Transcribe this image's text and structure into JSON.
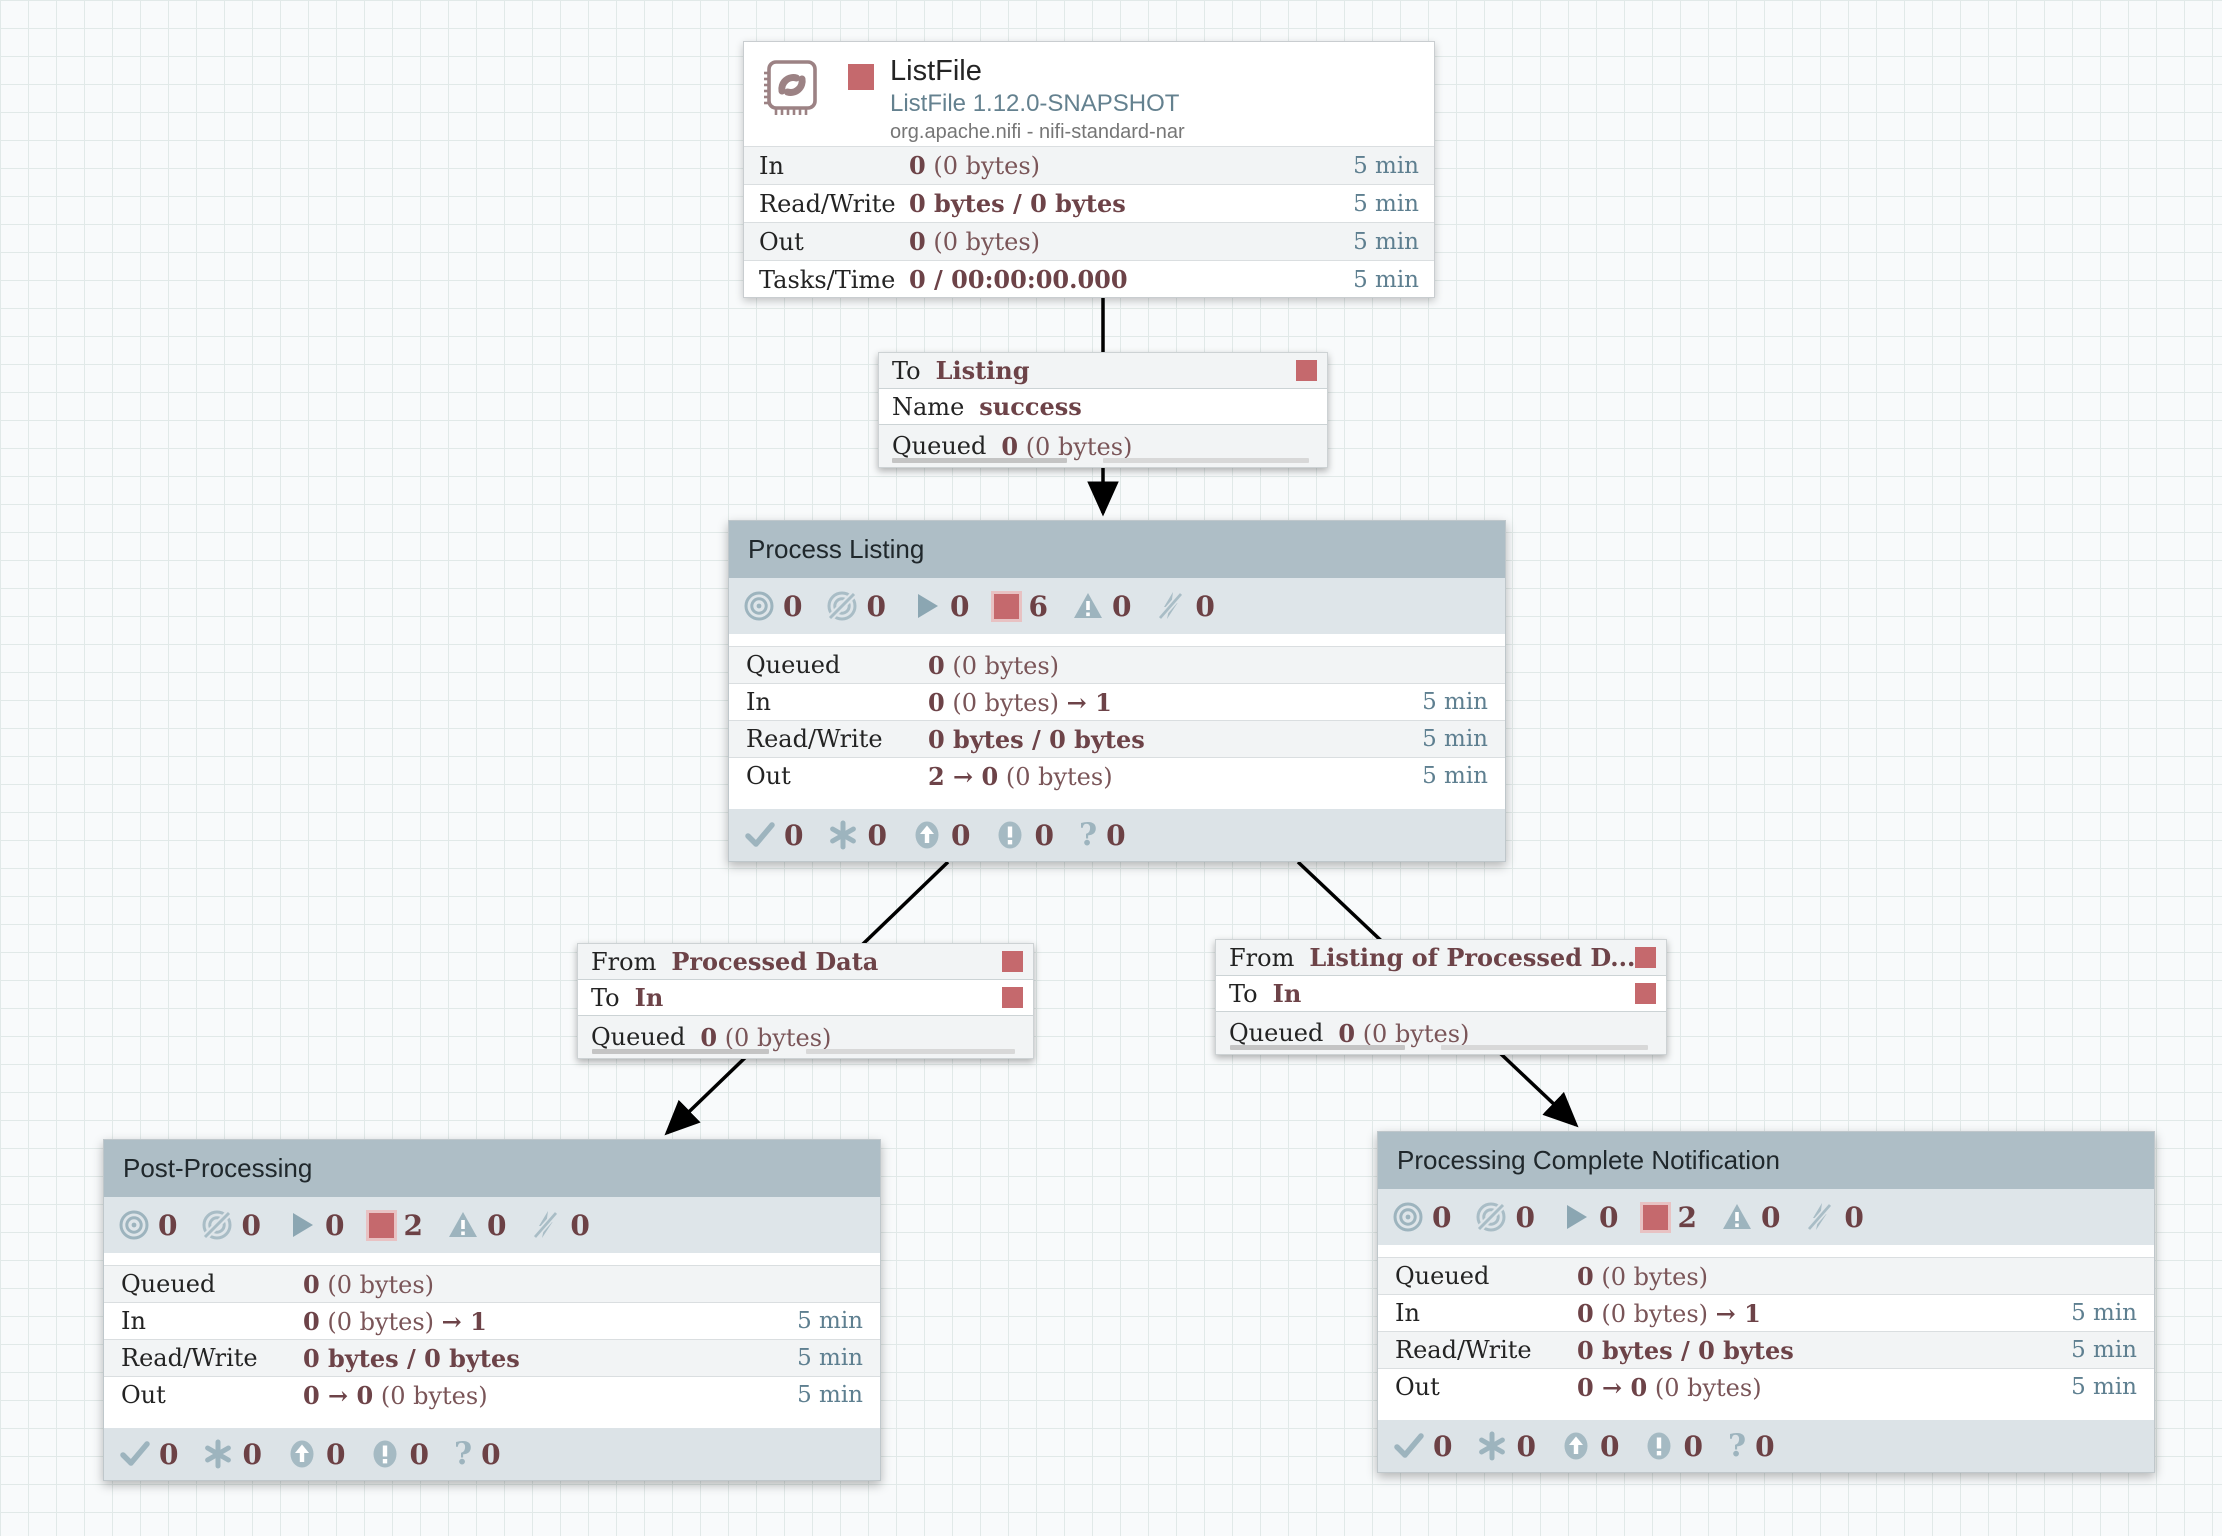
{
  "colors": {
    "stopped_red": "#C5696D",
    "icon_blue": "#9DB4BE",
    "value_maroon": "#6D4348",
    "period_blue": "#5E7F90",
    "group_header_bg": "#AEBEC6",
    "iconband_bg": "#DEE5E9",
    "canvas_bg": "#F8FAFB",
    "grid_line": "#E1E9E8"
  },
  "icons": [
    "processor-swirl-icon",
    "stopped-square-icon",
    "transmitting-icon",
    "not-transmitting-icon",
    "running-icon",
    "invalid-warning-icon",
    "disabled-bolt-icon",
    "up-to-date-check-icon",
    "locally-modified-asterisk-icon",
    "stale-up-arrow-icon",
    "locally-modified-stale-exclamation-icon",
    "sync-failure-question-icon"
  ],
  "processor": {
    "name": "ListFile",
    "type": "ListFile 1.12.0-SNAPSHOT",
    "bundle": "org.apache.nifi - nifi-standard-nar",
    "stats": [
      {
        "label": "In",
        "b1": "0",
        "r1": " (0 bytes)",
        "b2": "",
        "period": "5 min"
      },
      {
        "label": "Read/Write",
        "b1": "0 bytes / 0 bytes",
        "r1": "",
        "b2": "",
        "period": "5 min"
      },
      {
        "label": "Out",
        "b1": "0",
        "r1": " (0 bytes)",
        "b2": "",
        "period": "5 min"
      },
      {
        "label": "Tasks/Time",
        "b1": "0 / 00:00:00.000",
        "r1": "",
        "b2": "",
        "period": "5 min"
      }
    ]
  },
  "connections": [
    {
      "rows": [
        {
          "k": "To",
          "v": "Listing"
        },
        {
          "k": "Name",
          "v": "success"
        },
        {
          "k": "Queued",
          "b": "0",
          "r": " (0 bytes)"
        }
      ]
    },
    {
      "rows": [
        {
          "k": "From",
          "v": "Processed Data"
        },
        {
          "k": "To",
          "v": "In"
        },
        {
          "k": "Queued",
          "b": "0",
          "r": " (0 bytes)"
        }
      ]
    },
    {
      "rows": [
        {
          "k": "From",
          "v": "Listing of Processed D..."
        },
        {
          "k": "To",
          "v": "In"
        },
        {
          "k": "Queued",
          "b": "0",
          "r": " (0 bytes)"
        }
      ]
    }
  ],
  "groups": [
    {
      "title": "Process Listing",
      "status": {
        "transmitting": "0",
        "not_transmitting": "0",
        "running": "0",
        "stopped": "6",
        "invalid": "0",
        "disabled": "0"
      },
      "stats": [
        {
          "label": "Queued",
          "b1": "0",
          "r1": " (0 bytes)",
          "b2": "",
          "period": ""
        },
        {
          "label": "In",
          "b1": "0",
          "r1": " (0 bytes) ",
          "b2": "→ 1",
          "period": "5 min"
        },
        {
          "label": "Read/Write",
          "b1": "0 bytes / 0 bytes",
          "r1": "",
          "b2": "",
          "period": "5 min"
        },
        {
          "label": "Out",
          "b1": "2 → 0",
          "r1": " (0 bytes)",
          "b2": "",
          "period": "5 min"
        }
      ],
      "versions": {
        "up_to_date": "0",
        "locally_modified": "0",
        "stale": "0",
        "locally_modified_stale": "0",
        "sync_failure": "0"
      }
    },
    {
      "title": "Post-Processing",
      "status": {
        "transmitting": "0",
        "not_transmitting": "0",
        "running": "0",
        "stopped": "2",
        "invalid": "0",
        "disabled": "0"
      },
      "stats": [
        {
          "label": "Queued",
          "b1": "0",
          "r1": " (0 bytes)",
          "b2": "",
          "period": ""
        },
        {
          "label": "In",
          "b1": "0",
          "r1": " (0 bytes) ",
          "b2": "→ 1",
          "period": "5 min"
        },
        {
          "label": "Read/Write",
          "b1": "0 bytes / 0 bytes",
          "r1": "",
          "b2": "",
          "period": "5 min"
        },
        {
          "label": "Out",
          "b1": "0 → 0",
          "r1": " (0 bytes)",
          "b2": "",
          "period": "5 min"
        }
      ],
      "versions": {
        "up_to_date": "0",
        "locally_modified": "0",
        "stale": "0",
        "locally_modified_stale": "0",
        "sync_failure": "0"
      }
    },
    {
      "title": "Processing Complete Notification",
      "status": {
        "transmitting": "0",
        "not_transmitting": "0",
        "running": "0",
        "stopped": "2",
        "invalid": "0",
        "disabled": "0"
      },
      "stats": [
        {
          "label": "Queued",
          "b1": "0",
          "r1": " (0 bytes)",
          "b2": "",
          "period": ""
        },
        {
          "label": "In",
          "b1": "0",
          "r1": " (0 bytes) ",
          "b2": "→ 1",
          "period": "5 min"
        },
        {
          "label": "Read/Write",
          "b1": "0 bytes / 0 bytes",
          "r1": "",
          "b2": "",
          "period": "5 min"
        },
        {
          "label": "Out",
          "b1": "0 → 0",
          "r1": " (0 bytes)",
          "b2": "",
          "period": "5 min"
        }
      ],
      "versions": {
        "up_to_date": "0",
        "locally_modified": "0",
        "stale": "0",
        "locally_modified_stale": "0",
        "sync_failure": "0"
      }
    }
  ]
}
